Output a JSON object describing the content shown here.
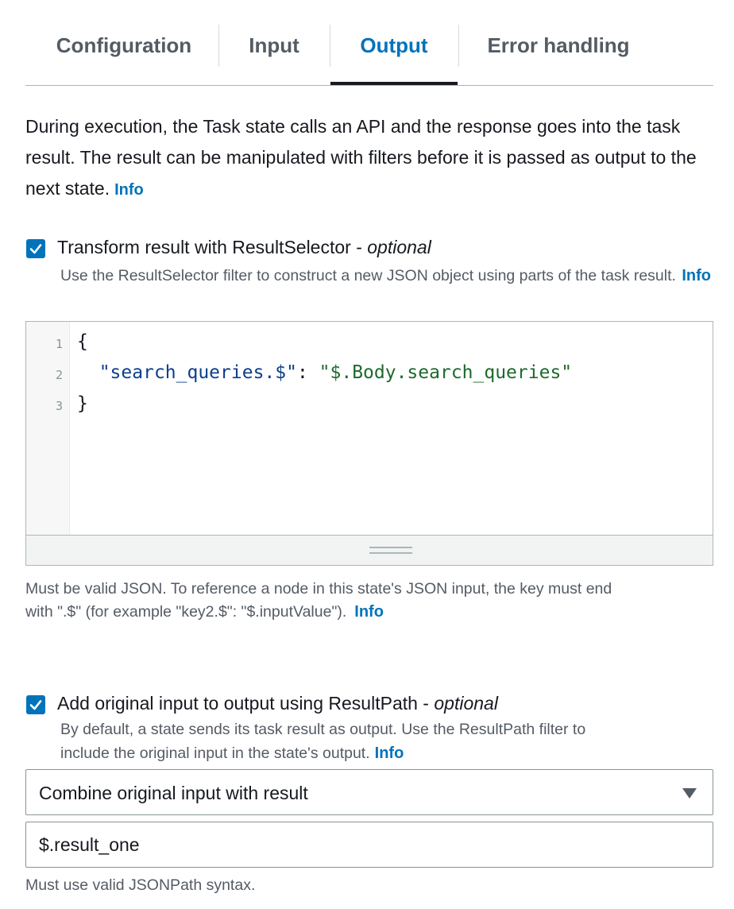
{
  "tabs": [
    {
      "label": "Configuration"
    },
    {
      "label": "Input"
    },
    {
      "label": "Output",
      "active": true
    },
    {
      "label": "Error handling"
    }
  ],
  "description": {
    "text": "During execution, the Task state calls an API and the response goes into the task result. The result can be manipulated with filters before it is passed as output to the next state.",
    "info": "Info"
  },
  "result_selector": {
    "checked": true,
    "label": "Transform result with ResultSelector - ",
    "optional": "optional",
    "help": "Use the ResultSelector filter to construct a new JSON object using parts of the task result.",
    "info": "Info",
    "editor": {
      "line_numbers": [
        "1",
        "2",
        "3"
      ],
      "open_brace": "{",
      "key": "\"search_queries.$\"",
      "colon": ": ",
      "value": "\"$.Body.search_queries\"",
      "close_brace": "}"
    },
    "hint_line1": "Must be valid JSON. To reference a node in this state's JSON input, the key must end",
    "hint_line2": "with \".$\" (for example \"key2.$\": \"$.inputValue\").",
    "hint_info": "Info"
  },
  "result_path": {
    "checked": true,
    "label": "Add original input to output using ResultPath - ",
    "optional": "optional",
    "help_line1": "By default, a state sends its task result as output. Use the ResultPath filter to",
    "help_line2": "include the original input in the state's output.",
    "info": "Info",
    "select_value": "Combine original input with result",
    "input_value": "$.result_one",
    "hint": "Must use valid JSONPath syntax."
  },
  "colors": {
    "accent": "#0073bb",
    "text": "#16191f",
    "muted": "#545b64"
  }
}
